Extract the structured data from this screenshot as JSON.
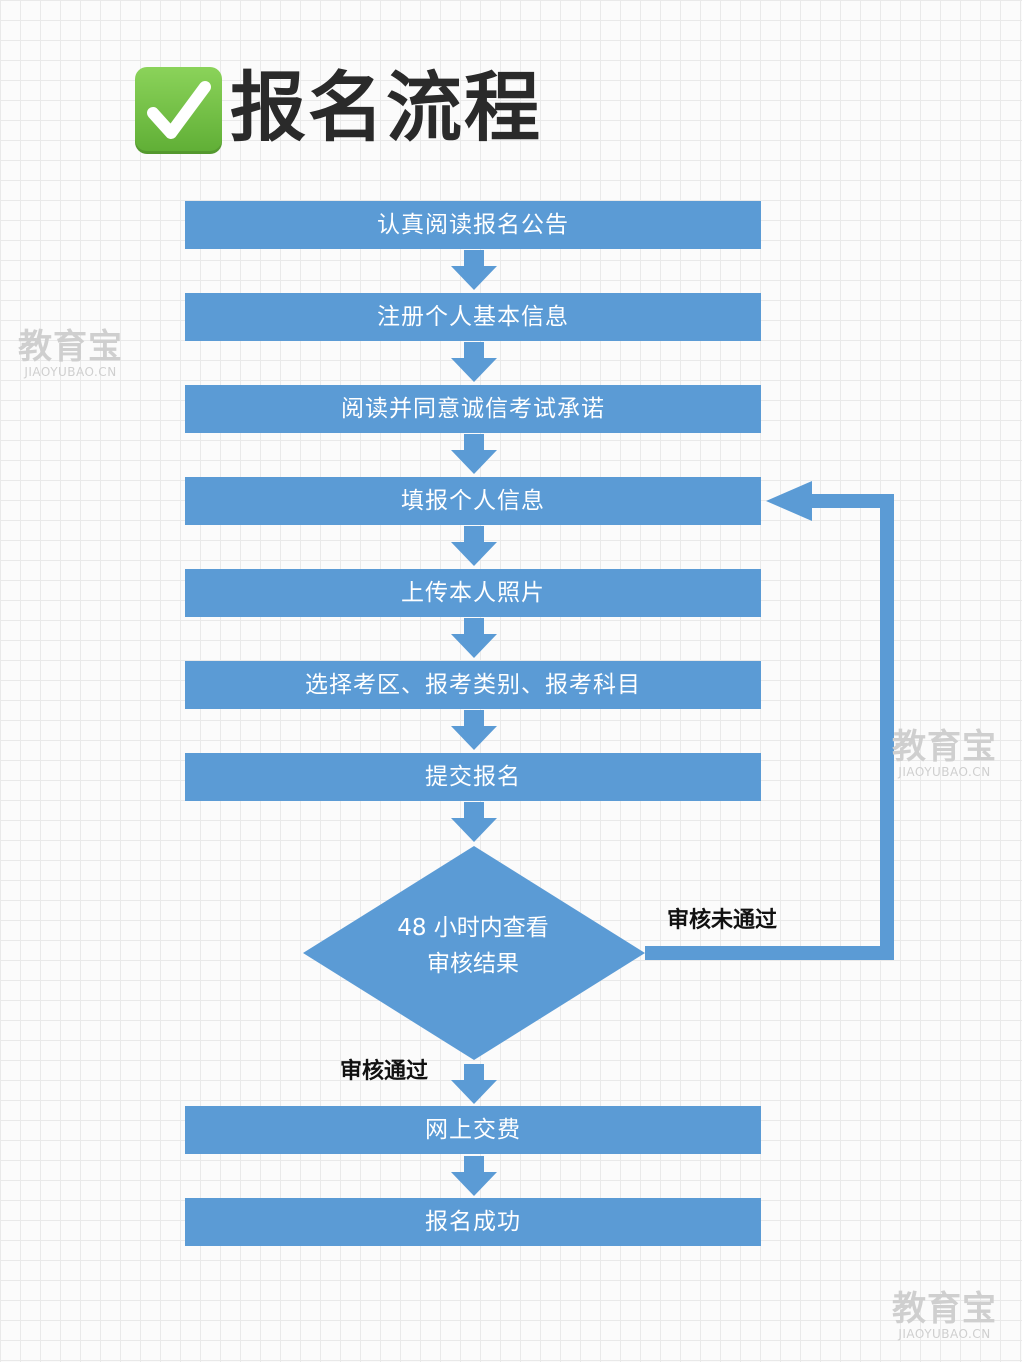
{
  "title": {
    "icon": "checkmark-icon",
    "text": "报名流程"
  },
  "colors": {
    "step_fill": "#5b9bd5",
    "check_fill": "#6cc040"
  },
  "steps": [
    "认真阅读报名公告",
    "注册个人基本信息",
    "阅读并同意诚信考试承诺",
    "填报个人信息",
    "上传本人照片",
    "选择考区、报考类别、报考科目",
    "提交报名"
  ],
  "decision": {
    "line1": "48 小时内查看",
    "line2": "审核结果",
    "fail_label": "审核未通过",
    "pass_label": "审核通过"
  },
  "after_steps": [
    "网上交费",
    "报名成功"
  ],
  "watermark": {
    "cn": "教育宝",
    "en": "JIAOYUBAO.CN"
  }
}
